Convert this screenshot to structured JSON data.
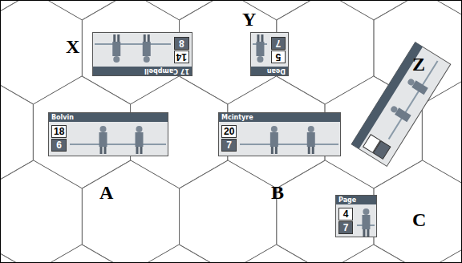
{
  "diagram": {
    "nodes": [
      {
        "text": [
          "17 Campbell",
          "14",
          "8"
        ]
      },
      {
        "text": [
          "Dean",
          "5",
          "7"
        ]
      },
      {
        "text": [
          "Bolvin",
          "18",
          "6"
        ]
      },
      {
        "text": [
          "Mcintyre",
          "20",
          "7"
        ]
      },
      {
        "text": [
          "Page",
          "4",
          "7"
        ]
      }
    ],
    "labels": [
      "X",
      "Y",
      "Z",
      "A",
      "B",
      "C"
    ]
  }
}
